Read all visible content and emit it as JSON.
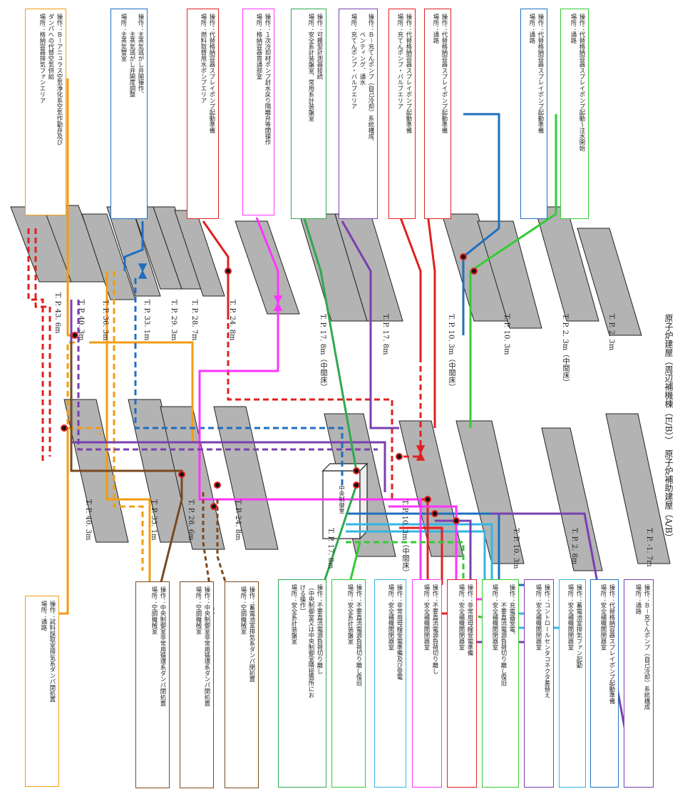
{
  "buildings": {
    "reactor": "原子炉建屋（周辺補機棟（E/B））",
    "aux": "原子炉補助建屋（A/B）"
  },
  "central_room": "中央制御室",
  "colors": {
    "orange": "#f39c12",
    "blue": "#1f6fbf",
    "red": "#e02020",
    "magenta": "#ff33ff",
    "green": "#2fa84f",
    "purple": "#7a3fb0",
    "brown": "#7a4a1f",
    "lightblue": "#33b5e5",
    "lime": "#33cc33",
    "floor": "#b3b3b3"
  },
  "floors": {
    "e1": "T. P. 43. 6m",
    "e2": "T. P. 40. 3m",
    "e3": "T. P. 36. 3m",
    "e4": "T. P. 33. 1m",
    "e5": "T. P. 29. 3m",
    "e6": "T. P. 28. 7m",
    "e7": "T. P. 24. 8m",
    "e8": "T. P. 17. 8m（中間床）",
    "e9": "T. P. 17. 8m",
    "e10": "T. P. 10. 3m（中間床）",
    "e11": "T. P. 10. 3m",
    "e12": "T. P. 2. 3m（中間床）",
    "e13": "T. P. 2. 3m",
    "a1": "T. P. 40. 3m",
    "a2": "T. P. 33. 1m",
    "a3": "T. P. 28. 6m",
    "a4": "T. P. 24. 8m",
    "a5": "T. P. 17. 8m",
    "a6": "T. P. 10. 3m（中間床）",
    "a7": "T. P. 10. 3m",
    "a8": "T. P. 2. 8m",
    "a9": "T. P. -1. 7m"
  },
  "top_boxes": [
    {
      "op": "操作：Ｂ－アニュラス空気浄化系空気作動弁及び\nダンパへの代替空気供給\n場所：格納容器排気ファンエリア",
      "color": "#f39c12"
    },
    {
      "op": "操作：主蒸気逃がし弁開操作、\n　　　主蒸気逃がし弁開度調整\n場所：主蒸気管室",
      "color": "#1f6fbf"
    },
    {
      "op": "操作：代替格納容器スプレイポンプ起動準備\n場所：燃料取替用水ポンプエリア",
      "color": "#e02020"
    },
    {
      "op": "操作：１次冷却材ポンプ封水戻り隔離弁等閉操作\n場所：格納容器貫通部室",
      "color": "#ff33ff"
    },
    {
      "op": "操作：可搬型計測器接続\n場所：安全系計装盤室、常用系計装盤室",
      "color": "#2fa84f"
    },
    {
      "op": "操作：Ｂ－充てんポンプ（自己冷却）系統構成、\n　　　ベンティング、通水\n場所：充てんポンプ・バルブエリア",
      "color": "#7a3fb0"
    },
    {
      "op": "操作：代替格納容器スプレイポンプ起動準備\n場所：充てんポンプ・バルブエリア",
      "color": "#e02020"
    },
    {
      "op": "操作：代替格納容器スプレイポンプ起動準備\n場所：通路",
      "color": "#e02020"
    },
    {
      "op": "操作：代替格納容器スプレイポンプ起動準備\n場所：通路",
      "color": "#1f6fbf"
    },
    {
      "op": "操作：代替格納容器スプレイポンプ起動～注水開始\n場所：通路",
      "color": "#33cc33"
    }
  ],
  "bottom_boxes": [
    {
      "op": "操作：試料採取室排気系ダンパ閉処置\n場所：通路",
      "color": "#f39c12"
    },
    {
      "op": "操作：中央制御室非常用循環系ダンパ閉処置\n場所：空調機械室",
      "color": "#7a4a1f"
    },
    {
      "op": "操作：中央制御室非常用循環系ダンパ閉処置\n場所：空調機械室",
      "color": "#7a4a1f"
    },
    {
      "op": "操作：蓄電池室排気系ダンパ閉処置\n場所：空調機械室",
      "color": "#7a4a1f"
    },
    {
      "op": "操作：不要直流電源負荷切り離し\n（中央制御室又は中央制御室隣接箇所にお\nける操作）\n場所：安全系計装盤室",
      "color": "#2fa84f"
    },
    {
      "op": "操作：不要直流電源負荷切り離し復旧\n場所：安全系計装盤室",
      "color": "#33cc33"
    },
    {
      "op": "操作：非常用母線受電準備及び受電\n場所：安全補機開閉器室",
      "color": "#33b5e5"
    },
    {
      "op": "操作：不要直流電源負荷切り離し\n場所：安全補機開閉器室",
      "color": "#ff33ff"
    },
    {
      "op": "操作：非常用母線受電準備\n場所：安全補機開閉器室",
      "color": "#e02020"
    },
    {
      "op": "操作：充電器受電、\n　　　不要直流電源負荷切り離し復旧\n場所：安全補機開閉器室",
      "color": "#33cc33"
    },
    {
      "op": "操作：コントロールセンタコネクタ差替え\n場所：安全補機開閉器室",
      "color": "#7a3fb0"
    },
    {
      "op": "操作：蓄電池室排気ファン起動\n場所：安全補機開閉器室",
      "color": "#33b5e5"
    },
    {
      "op": "操作：代替格納容器スプレイポンプ起動準備\n場所：安全補機開閉器室",
      "color": "#1f6fbf"
    },
    {
      "op": "操作：Ｂ－充てんポンプ（自己冷却）系統構成\n場所：通路",
      "color": "#7a3fb0"
    }
  ]
}
